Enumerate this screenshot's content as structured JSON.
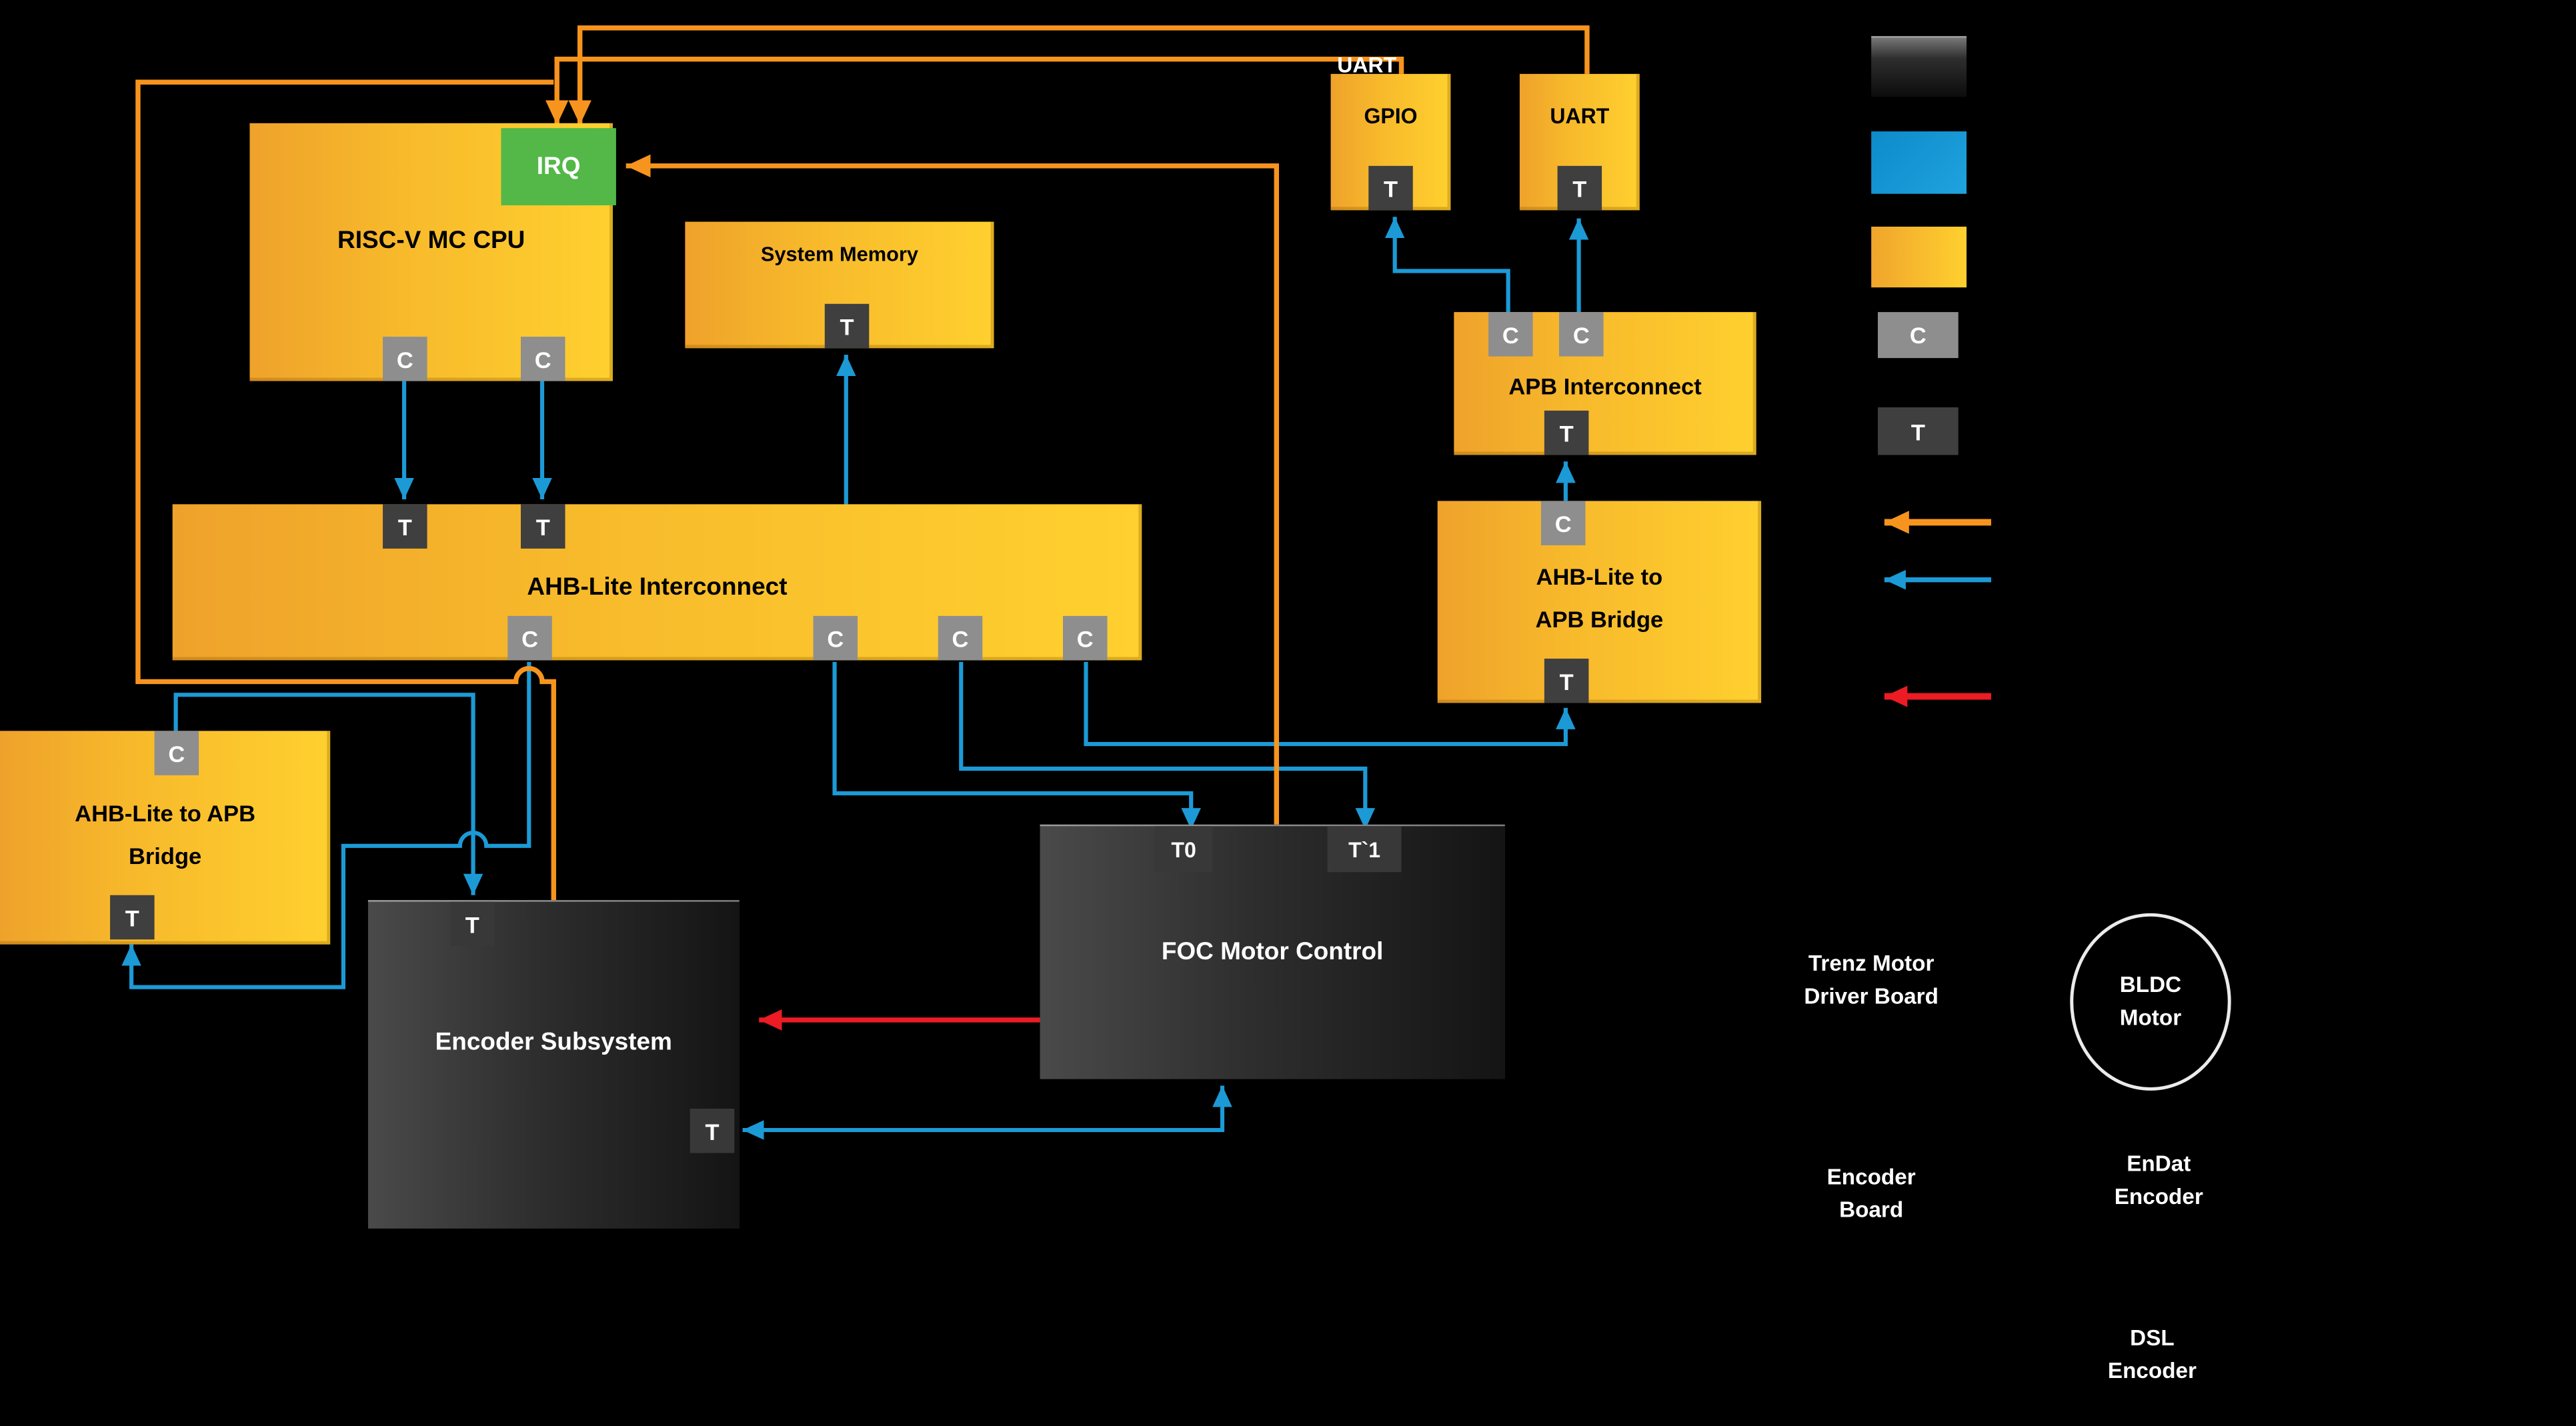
{
  "diagram": {
    "uart_bus_label": "UART",
    "badges": {
      "c": "C",
      "t": "T",
      "t0": "T0",
      "t1": "T`1",
      "irq": "IRQ"
    },
    "blocks": {
      "cpu": {
        "label": "RISC-V MC CPU"
      },
      "sysmem": {
        "label": "System Memory"
      },
      "gpio": {
        "label": "GPIO"
      },
      "uart": {
        "label": "UART"
      },
      "apb_ic": {
        "label": "APB Interconnect"
      },
      "bridge_r": {
        "line1": "AHB-Lite to",
        "line2": "APB Bridge"
      },
      "ahb_ic": {
        "label": "AHB-Lite Interconnect"
      },
      "bridge_l": {
        "line1": "AHB-Lite to APB",
        "line2": "Bridge"
      },
      "encoder": {
        "label": "Encoder Subsystem"
      },
      "foc": {
        "label": "FOC Motor Control"
      }
    },
    "annotations": {
      "trenz": {
        "line1": "Trenz Motor",
        "line2": "Driver Board"
      },
      "bldc": {
        "line1": "BLDC",
        "line2": "Motor"
      },
      "enc_board": {
        "line1": "Encoder",
        "line2": "Board"
      },
      "endat": {
        "line1": "EnDat",
        "line2": "Encoder"
      },
      "dsl": {
        "line1": "DSL",
        "line2": "Encoder"
      }
    },
    "colors": {
      "orange": "#F7941E",
      "blue": "#1C9AD6",
      "red": "#EC1B24",
      "yellow_dark": "#EFA22B",
      "yellow_light": "#FFD02F",
      "green": "#53B848",
      "gray_c": "#8E8E8E",
      "gray_t": "#3F3F3F"
    }
  }
}
